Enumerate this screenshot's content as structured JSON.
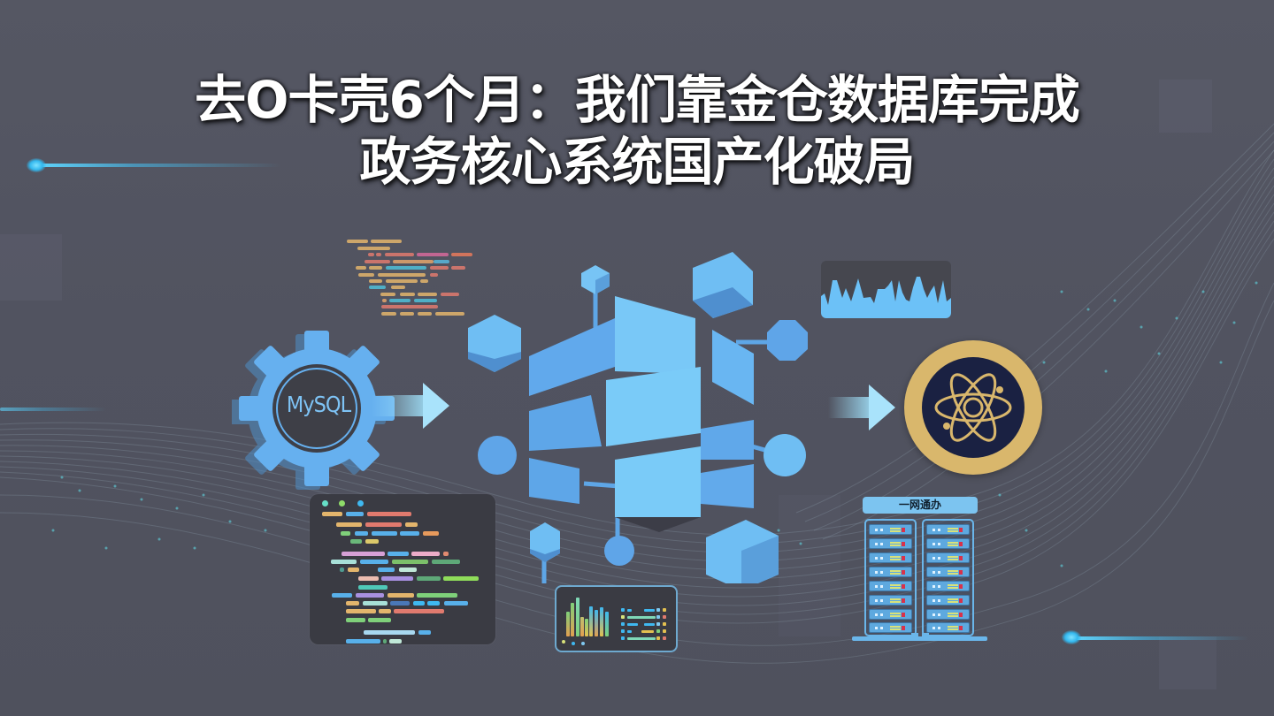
{
  "title": {
    "line1": "去O卡壳6个月：我们靠金仓数据库完成",
    "line2": "政务核心系统国产化破局"
  },
  "illustration": {
    "source_badge": {
      "label": "MySQL",
      "icon": "gear-icon"
    },
    "target_badge": {
      "icon": "atom-icon"
    },
    "server_rack": {
      "label": "一网通办"
    },
    "central_graphic": "database-cube-cluster",
    "colors": {
      "background": "#52545f",
      "accent_blue": "#66b4f0",
      "light_blue": "#7fd0fa",
      "gold": "#d9b76c",
      "navy": "#1a2142",
      "streak_cyan": "#5fd6ff"
    }
  }
}
